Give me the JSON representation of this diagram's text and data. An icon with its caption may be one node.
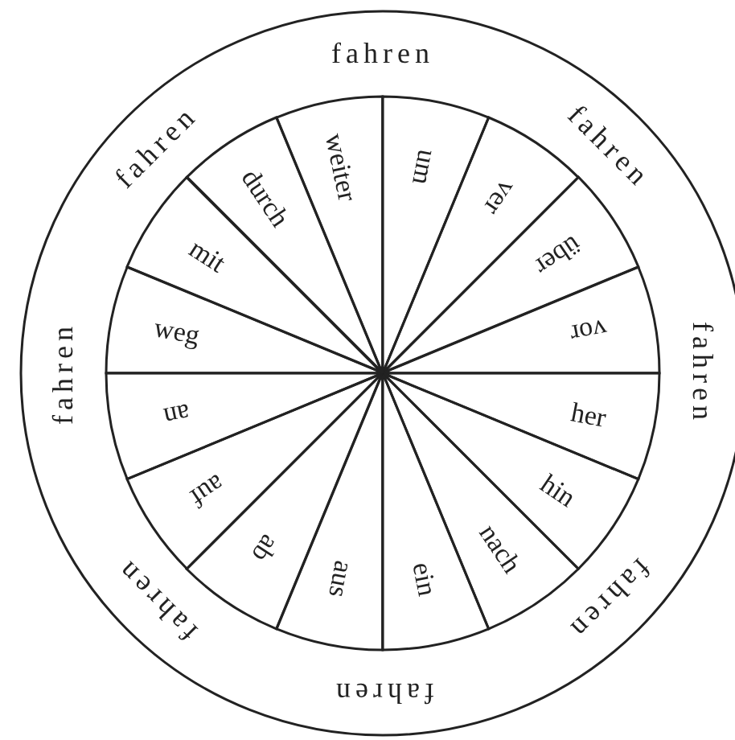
{
  "diagram": {
    "nodes": [
      {
        "text": [
          "fahren",
          "fahren",
          "fahren",
          "fahren",
          "fahren",
          "fahren",
          "fahren",
          "fahren"
        ]
      },
      {
        "text": [
          "um"
        ],
        "in": 0
      },
      {
        "text": [
          "ver"
        ],
        "in": 0
      },
      {
        "text": [
          "über"
        ],
        "in": 0
      },
      {
        "text": [
          "vor"
        ],
        "in": 0
      },
      {
        "text": [
          "her"
        ],
        "in": 0
      },
      {
        "text": [
          "hin"
        ],
        "in": 0
      },
      {
        "text": [
          "nach"
        ],
        "in": 0
      },
      {
        "text": [
          "ein"
        ],
        "in": 0
      },
      {
        "text": [
          "aus"
        ],
        "in": 0
      },
      {
        "text": [
          "ab"
        ],
        "in": 0
      },
      {
        "text": [
          "auf"
        ],
        "in": 0
      },
      {
        "text": [
          "an"
        ],
        "in": 0
      },
      {
        "text": [
          "weg"
        ],
        "in": 0
      },
      {
        "text": [
          "mit"
        ],
        "in": 0
      },
      {
        "text": [
          "durch"
        ],
        "in": 0
      },
      {
        "text": [
          "weiter"
        ],
        "in": 0
      }
    ]
  }
}
